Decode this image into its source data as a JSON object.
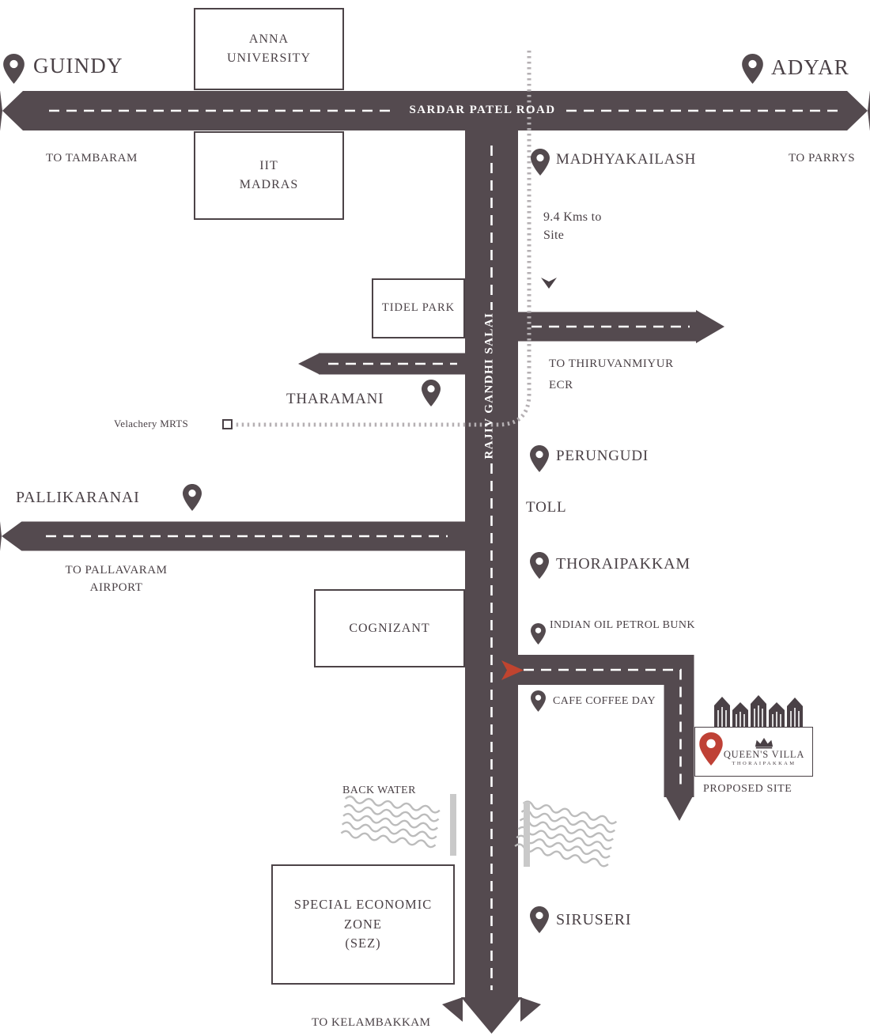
{
  "colors": {
    "road": "#544a4f",
    "text": "#4a4146",
    "accent_red": "#bf4136",
    "water": "#bcbcbc",
    "mrts_line": "#b5b0b3"
  },
  "roads": {
    "sardar_patel": "SARDAR PATEL ROAD",
    "rajiv_gandhi": "RAJIV GANDHI SALAI"
  },
  "landmarks": {
    "guindy": "GUINDY",
    "adyar": "ADYAR",
    "anna_university": "ANNA\nUNIVERSITY",
    "iit_madras": "IIT\nMADRAS",
    "to_tambaram": "TO TAMBARAM",
    "to_parrys": "TO PARRYS",
    "madhyakailash": "MADHYAKAILASH",
    "distance_to_site": "9.4 Kms to\nSite",
    "tidel_park": "TIDEL PARK",
    "to_thiruvanmiyur": "TO THIRUVANMIYUR",
    "ecr": "ECR",
    "tharamani": "THARAMANI",
    "velachery_mrts": "Velachery MRTS",
    "perungudi": "PERUNGUDI",
    "toll": "TOLL",
    "pallikaranai": "PALLIKARANAI",
    "to_pallavaram_airport": "TO PALLAVARAM\nAIRPORT",
    "thoraipakkam": "THORAIPAKKAM",
    "cognizant": "COGNIZANT",
    "indian_oil": "INDIAN OIL PETROL BUNK",
    "cafe_coffee_day": "CAFE COFFEE DAY",
    "back_water": "BACK WATER",
    "sez": "SPECIAL ECONOMIC\nZONE\n(SEZ)",
    "siruseri": "SIRUSERI",
    "to_kelambakkam": "TO KELAMBAKKAM"
  },
  "site": {
    "brand": "QUEEN'S VILLA",
    "brand_sub": "THORAIPAKKAM",
    "proposed_site": "PROPOSED SITE"
  }
}
